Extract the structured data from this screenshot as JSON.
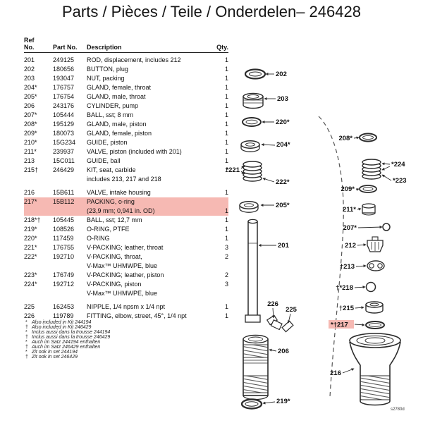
{
  "title": "Parts / Pièces / Teile / Onderdelen– 246428",
  "colors": {
    "highlight": "#f6b9b3",
    "line_art": "#2b2b2b"
  },
  "parts_table": {
    "headers": {
      "ref_line1": "Ref",
      "ref_line2": "No.",
      "part": "Part No.",
      "desc": "Description",
      "qty": "Qty."
    },
    "rows": [
      {
        "ref": "201",
        "part": "249125",
        "desc": "ROD, displacement, includes 212",
        "qty": "1"
      },
      {
        "ref": "202",
        "part": "180656",
        "desc": "BUTTON, plug",
        "qty": "1"
      },
      {
        "ref": "203",
        "part": "193047",
        "desc": "NUT, packing",
        "qty": "1"
      },
      {
        "ref": "204*",
        "part": "176757",
        "desc": "GLAND, female, throat",
        "qty": "1"
      },
      {
        "ref": "205*",
        "part": "176754",
        "desc": "GLAND, male, throat",
        "qty": "1"
      },
      {
        "ref": "206",
        "part": "243176",
        "desc": "CYLINDER, pump",
        "qty": "1"
      },
      {
        "ref": "207*",
        "part": "105444",
        "desc": "BALL, sst; 8 mm",
        "qty": "1"
      },
      {
        "ref": "208*",
        "part": "195129",
        "desc": "GLAND, male, piston",
        "qty": "1"
      },
      {
        "ref": "209*",
        "part": "180073",
        "desc": "GLAND, female, piston",
        "qty": "1"
      },
      {
        "ref": "210*",
        "part": "15G234",
        "desc": "GUIDE, piston",
        "qty": "1"
      },
      {
        "ref": "211*",
        "part": "239937",
        "desc": "VALVE, piston (included with 201)",
        "qty": "1"
      },
      {
        "ref": "213",
        "part": "15C011",
        "desc": "GUIDE, ball",
        "qty": "1"
      },
      {
        "ref": "215†",
        "part": "246429",
        "desc": "KIT, seat, carbide",
        "qty": "1"
      },
      {
        "ref": "",
        "part": "",
        "desc": "includes 213, 217 and 218",
        "qty": "",
        "cont": true
      },
      {
        "ref": "216",
        "part": "15B611",
        "desc": "VALVE, intake housing",
        "qty": "1",
        "gap": true
      },
      {
        "ref": "217*",
        "part": "15B112",
        "desc": "PACKING, o-ring",
        "qty": "",
        "highlight": true
      },
      {
        "ref": "",
        "part": "",
        "desc": "(23,9 mm; 0,941 in. OD)",
        "qty": "1",
        "cont": true,
        "highlight": true
      },
      {
        "ref": "218*†",
        "part": "105445",
        "desc": "BALL, sst; 12,7 mm",
        "qty": "1"
      },
      {
        "ref": "219*",
        "part": "108526",
        "desc": "O-RING, PTFE",
        "qty": "1"
      },
      {
        "ref": "220*",
        "part": "117459",
        "desc": "O-RING",
        "qty": "1"
      },
      {
        "ref": "221*",
        "part": "176755",
        "desc": "V-PACKING; leather, throat",
        "qty": "3"
      },
      {
        "ref": "222*",
        "part": "192710",
        "desc": "V-PACKING, throat,",
        "qty": "2"
      },
      {
        "ref": "",
        "part": "",
        "desc": "V-Max™ UHMWPE, blue",
        "qty": "",
        "cont": true
      },
      {
        "ref": "223*",
        "part": "176749",
        "desc": "V-PACKING; leather, piston",
        "qty": "2"
      },
      {
        "ref": "224*",
        "part": "192712",
        "desc": "V-PACKING, piston",
        "qty": "3"
      },
      {
        "ref": "",
        "part": "",
        "desc": "V-Max™ UHMWPE, blue",
        "qty": "",
        "cont": true
      },
      {
        "ref": "225",
        "part": "162453",
        "desc": "NIPPLE, 1/4 npsm x 1/4 npt",
        "qty": "1",
        "gap": true
      },
      {
        "ref": "226",
        "part": "119789",
        "desc": "FITTING, elbow, street, 45°, 1/4 npt",
        "qty": "1"
      }
    ]
  },
  "footnotes": [
    {
      "sym": "*",
      "text": "Also included in Kit 244194"
    },
    {
      "sym": "†",
      "text": "Also included in Kit 246429"
    },
    {
      "sym": "*",
      "text": "Inclus aussi dans la trousse 244194"
    },
    {
      "sym": "†",
      "text": "Inclus aussi dans la trousse 246429"
    },
    {
      "sym": "*",
      "text": "Auch im Satz 244194 enthalten"
    },
    {
      "sym": "†",
      "text": "Auch im Satz 246429 enthalten"
    },
    {
      "sym": "*",
      "text": "Zit ook in set 244194"
    },
    {
      "sym": "†",
      "text": "Zit ook in set 246429"
    }
  ],
  "diagram": {
    "callouts": [
      "202",
      "203",
      "220*",
      "204*",
      "*221",
      "222*",
      "205*",
      "201",
      "226",
      "225",
      "206",
      "219*",
      "208*",
      "*224",
      "*223",
      "209*",
      "211*",
      "207*",
      "212",
      "†213",
      "†*218",
      "†215",
      "*†217",
      "216"
    ],
    "highlighted_callout": "*†217",
    "figure_code": "s2780d"
  }
}
